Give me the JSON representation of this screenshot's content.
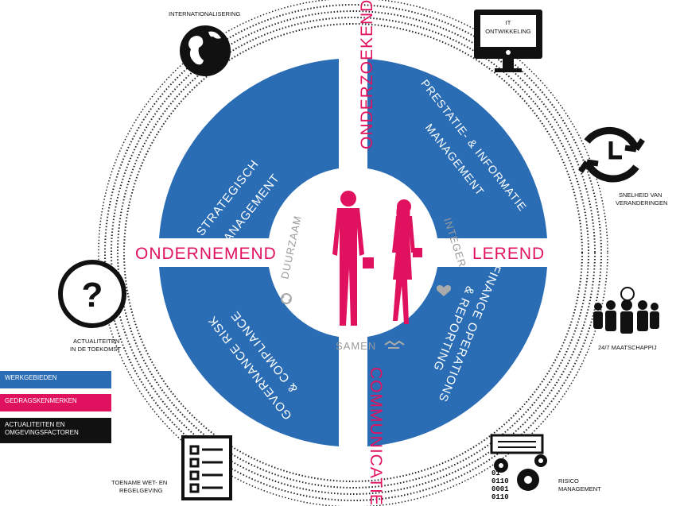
{
  "colors": {
    "blue": "#2a6db5",
    "pink": "#e0125f",
    "black": "#111111",
    "grey": "#999999"
  },
  "quadrants": {
    "top_left": [
      "STRATEGISCH",
      "MANAGEMENT"
    ],
    "top_right": [
      "PRESTATIE- & INFORMATIE",
      "MANAGEMENT"
    ],
    "bottom_left": [
      "GOVERNANCE RISK",
      "& COMPLIANCE"
    ],
    "bottom_right": [
      "FINANCE OPERATIONS",
      "& REPORTING"
    ]
  },
  "traits": {
    "top": "ONDERZOEKEND",
    "bottom": "COMMUNICATIEF",
    "left": "ONDERNEMEND",
    "right": "LEREND"
  },
  "values": {
    "left": "DUURZAAM",
    "right": "INTEGER",
    "bottom": "SAMEN"
  },
  "factors": {
    "internationalisering": "INTERNATIONALISERING",
    "it_line1": "IT",
    "it_line2": "ONTWIKKELING",
    "snelheid_line1": "SNELHEID VAN",
    "snelheid_line2": "VERANDERINGEN",
    "maatschappij": "24/7 MAATSCHAPPIJ",
    "actualiteiten_line1": "ACTUALITEITEN",
    "actualiteiten_line2": "IN DE TOEKOMST",
    "toename_line1": "TOENAME WET- EN",
    "toename_line2": "REGELGEVING",
    "risico_line1": "RISICO",
    "risico_line2": "MANAGEMENT"
  },
  "binary": [
    "01",
    "0110",
    "0001",
    "0110"
  ],
  "legend": {
    "werkgebieden": "WERKGEBIEDEN",
    "gedragskenmerken": "GEDRAGSKENMERKEN",
    "actualiteiten_line1": "ACTUALITEITEN EN",
    "actualiteiten_line2": "OMGEVINGSFACTOREN"
  },
  "icons": [
    "globe-icon",
    "monitor-icon",
    "clock-cycle-icon",
    "people-icon",
    "question-icon",
    "checklist-icon",
    "gears-document-icon",
    "recycle-icon",
    "heart-icon",
    "handshake-icon",
    "businessman-icon",
    "businesswoman-icon"
  ]
}
